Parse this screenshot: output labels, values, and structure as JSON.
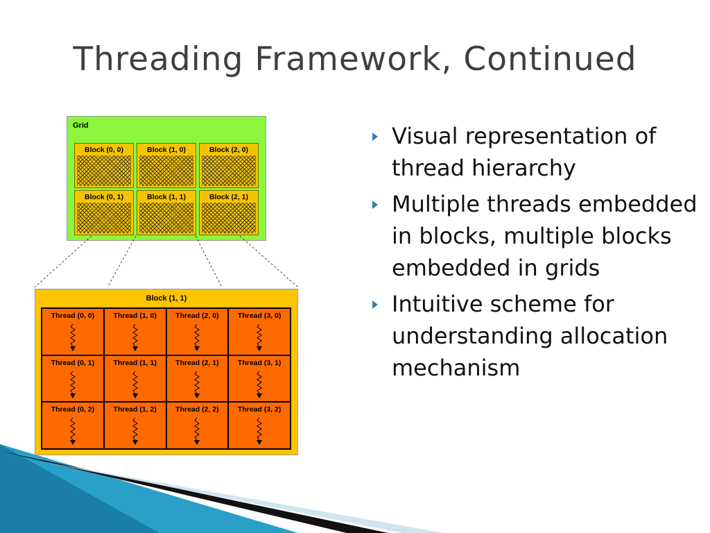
{
  "slide": {
    "title": "Threading Framework, Continued",
    "bullets": [
      "Visual representation of thread hierarchy",
      "Multiple threads embedded in blocks, multiple blocks embedded in grids",
      "Intuitive scheme for understanding allocation mechanism"
    ]
  },
  "diagram": {
    "grid_label": "Grid",
    "blocks": [
      "Block (0, 0)",
      "Block (1, 0)",
      "Block (2, 0)",
      "Block (0, 1)",
      "Block (1, 1)",
      "Block (2, 1)"
    ],
    "block_detail_title": "Block (1, 1)",
    "threads": [
      "Thread (0, 0)",
      "Thread (1, 0)",
      "Thread (2, 0)",
      "Thread (3, 0)",
      "Thread (0, 1)",
      "Thread (1, 1)",
      "Thread (2, 1)",
      "Thread (3, 1)",
      "Thread (0, 2)",
      "Thread (1, 2)",
      "Thread (2, 2)",
      "Thread (3, 2)"
    ],
    "colors": {
      "grid": "#8cf53d",
      "block": "#f5c400",
      "block_detail": "#ffc400",
      "thread": "#ff6a00",
      "bullet": "#2e7fb0"
    }
  }
}
